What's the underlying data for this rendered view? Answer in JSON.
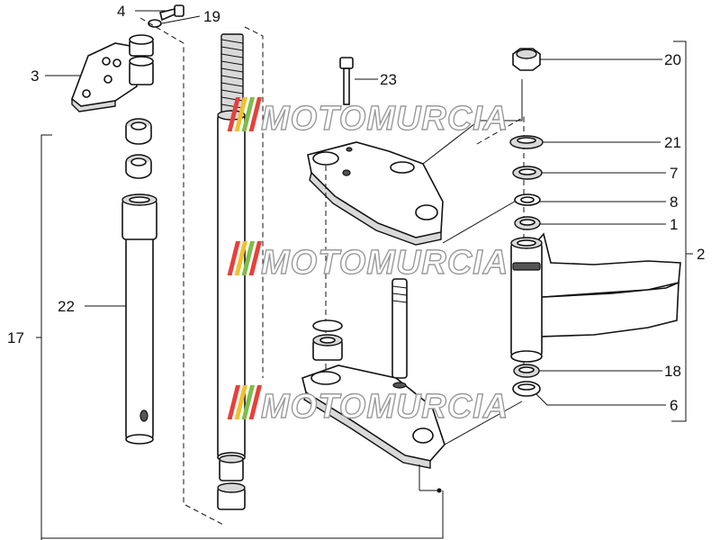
{
  "callouts": {
    "c1": "1",
    "c2": "2",
    "c3": "3",
    "c4": "4",
    "c6": "6",
    "c7": "7",
    "c8": "8",
    "c17": "17",
    "c18": "18",
    "c19": "19",
    "c20": "20",
    "c21": "21",
    "c22": "22",
    "c23": "23"
  },
  "watermark": {
    "text": "MOTOMURCIA",
    "stripe_colors": [
      "#e8403a",
      "#f2c02a",
      "#7bbf4a",
      "#e8403a"
    ]
  }
}
